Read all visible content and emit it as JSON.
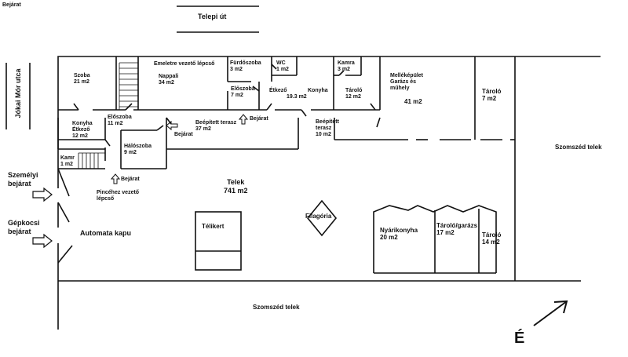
{
  "labels": {
    "top_left": "Bejárat",
    "street_top": "Telepi út",
    "street_left": "Jókai Mór utca",
    "szoba": [
      "Szoba",
      "21 m2"
    ],
    "stairs_up": "Emeletre vezető lépcső",
    "nappali": [
      "Nappali",
      "34 m2"
    ],
    "furdoszoba": [
      "Fürdőszoba",
      "3 m2"
    ],
    "wc": [
      "WC",
      "1 m2"
    ],
    "kamra": [
      "Kamra",
      "3 m2"
    ],
    "melleképulet": [
      "Melléképület",
      "Garázs és",
      "műhely"
    ],
    "m41": "41 m2",
    "tarolo_top": [
      "Tároló",
      "7 m2"
    ],
    "eloszoba_a": [
      "Előszoba",
      "7 m2"
    ],
    "etkezo": "Étkező",
    "konyha_mid": [
      "Konyha",
      "19.3 m2"
    ],
    "taroló_mid": [
      "Tároló",
      "12 m2"
    ],
    "konyha_left": [
      "Konyha",
      "Étkező",
      "12 m2"
    ],
    "eloszoba_b": [
      "Előszoba",
      "11 m2"
    ],
    "beepitett_37": [
      "Beépített terasz",
      "37 m2"
    ],
    "bejarat_mid": "Bejárat",
    "bejarat_left": "Bejárat",
    "beepitett_10": [
      "Beépített",
      "terasz",
      "10 m2"
    ],
    "haloszoba": [
      "Hálószoba",
      "9 m2"
    ],
    "kamr_small": [
      "Kamr",
      "1 m2"
    ],
    "bejarat_bottom": "Bejárat",
    "pince": [
      "Pincéhez vezető",
      "lépcső"
    ],
    "telek": [
      "Telek",
      "741 m2"
    ],
    "filagoria": "Filagória",
    "telikert": "Télikert",
    "nyarikonyha": [
      "Nyárikonyha",
      "20 m2"
    ],
    "tarolo_garazs": [
      "Tároló/garázs",
      "17 m2"
    ],
    "tarolo_14": [
      "Tároló",
      "14 m2"
    ],
    "szomszed_right": "Szomszéd telek",
    "szomszed_bottom": "Szomszéd telek",
    "szemelyi": [
      "Személyi",
      "bejárat"
    ],
    "gepkocsi": [
      "Gépkocsi",
      "bejárat"
    ],
    "automata": "Automata kapu",
    "north": "É"
  }
}
